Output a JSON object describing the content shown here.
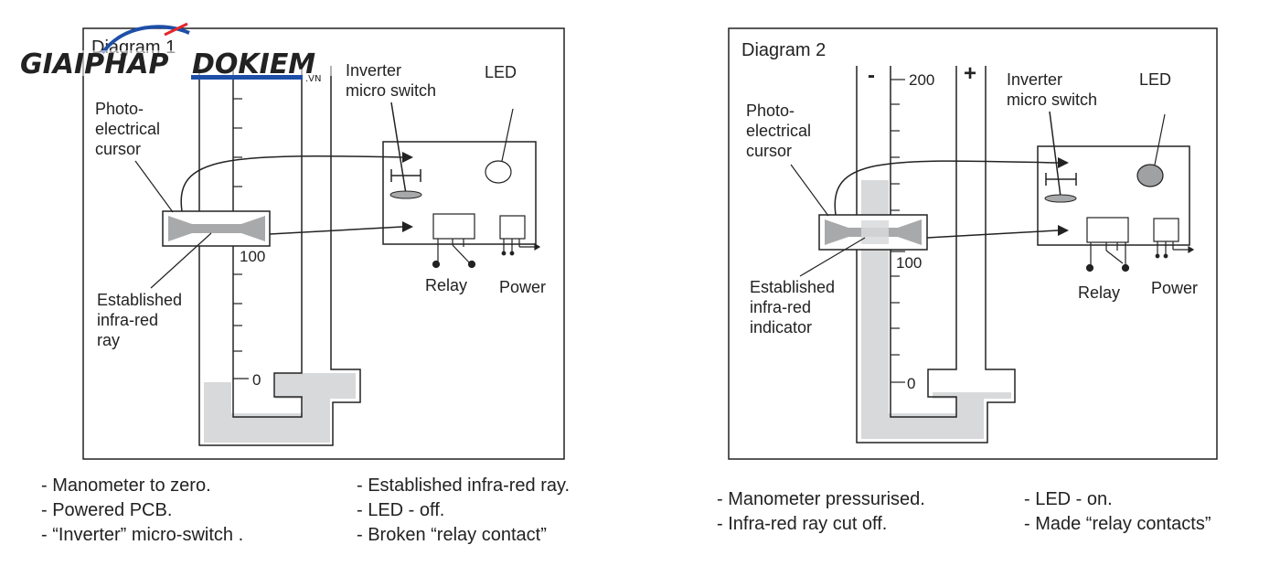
{
  "logo": {
    "part1": "GIAIPHAP",
    "part2": "DOKIEM",
    "suffix": ".VN",
    "color1": "#1e4fa8",
    "color2": "#e4262d"
  },
  "diagram1": {
    "title": "Diagram 1",
    "labels": {
      "cursor": [
        "Photo-",
        "electrical",
        "cursor"
      ],
      "switch": [
        "Inverter",
        "micro switch"
      ],
      "led": "LED",
      "ray": [
        "Established",
        "infra-red",
        "ray"
      ],
      "relay": "Relay",
      "power": "Power"
    },
    "scale": {
      "mark100": "100",
      "mark0": "0"
    },
    "notes_left": [
      "- Manometer to zero.",
      "- Powered PCB.",
      "- “Inverter” micro-switch ."
    ],
    "notes_right": [
      "- Established infra-red ray.",
      "- LED - off.",
      "- Broken “relay contact”"
    ]
  },
  "diagram2": {
    "title": "Diagram 2",
    "labels": {
      "cursor": [
        "Photo-",
        "electrical",
        "cursor"
      ],
      "switch": [
        "Inverter",
        "micro switch"
      ],
      "led": "LED",
      "ray": [
        "Established",
        "infra-red",
        "indicator"
      ],
      "relay": "Relay",
      "power": "Power",
      "minus": "-",
      "plus": "+"
    },
    "scale": {
      "mark200": "200",
      "mark100": "100",
      "mark0": "0"
    },
    "notes_left": [
      "- Manometer pressurised.",
      "- Infra-red ray cut off."
    ],
    "notes_right": [
      "- LED - on.",
      "- Made “relay contacts”"
    ]
  },
  "colors": {
    "fluid": "#d8d9da",
    "cursor": "#a8a9ab",
    "led_on": "#a0a1a3",
    "line": "#222222"
  }
}
